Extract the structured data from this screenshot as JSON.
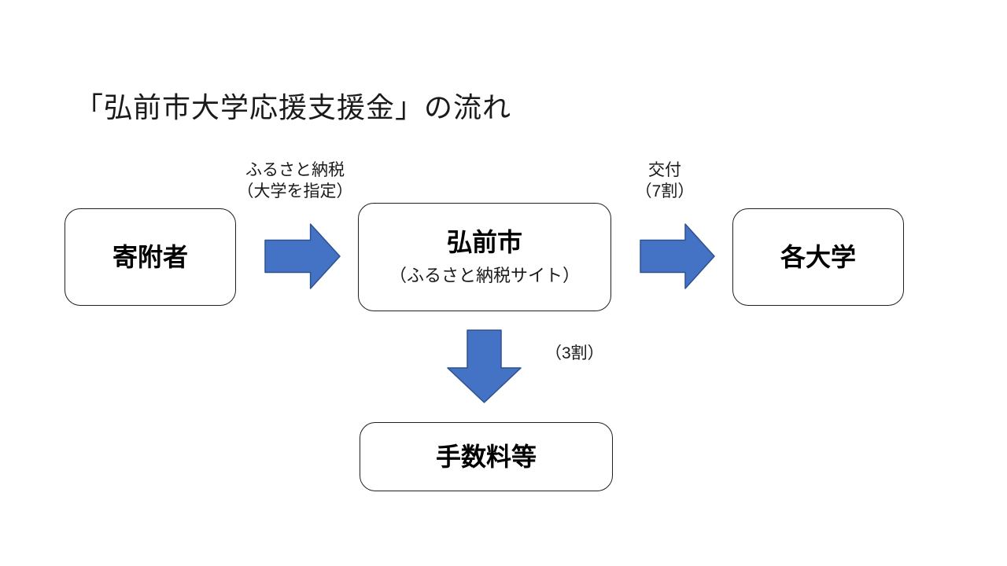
{
  "title": "「弘前市大学応援支援金」の流れ",
  "colors": {
    "background": "#FFFFFF",
    "box_border": "#1F1F1F",
    "text": "#1A1A1A",
    "arrow_fill": "#4472C4",
    "arrow_border": "#2F528F"
  },
  "nodes": {
    "donor": {
      "label": "寄附者"
    },
    "city": {
      "label": "弘前市",
      "sublabel": "（ふるさと納税サイト）"
    },
    "universities": {
      "label": "各大学"
    },
    "fees": {
      "label": "手数料等"
    }
  },
  "edges": {
    "donation": {
      "line1": "ふるさと納税",
      "line2": "（大学を指定）"
    },
    "grant": {
      "line1": "交付",
      "line2": "（7割）"
    },
    "fee_share": {
      "label": "（3割）"
    }
  }
}
